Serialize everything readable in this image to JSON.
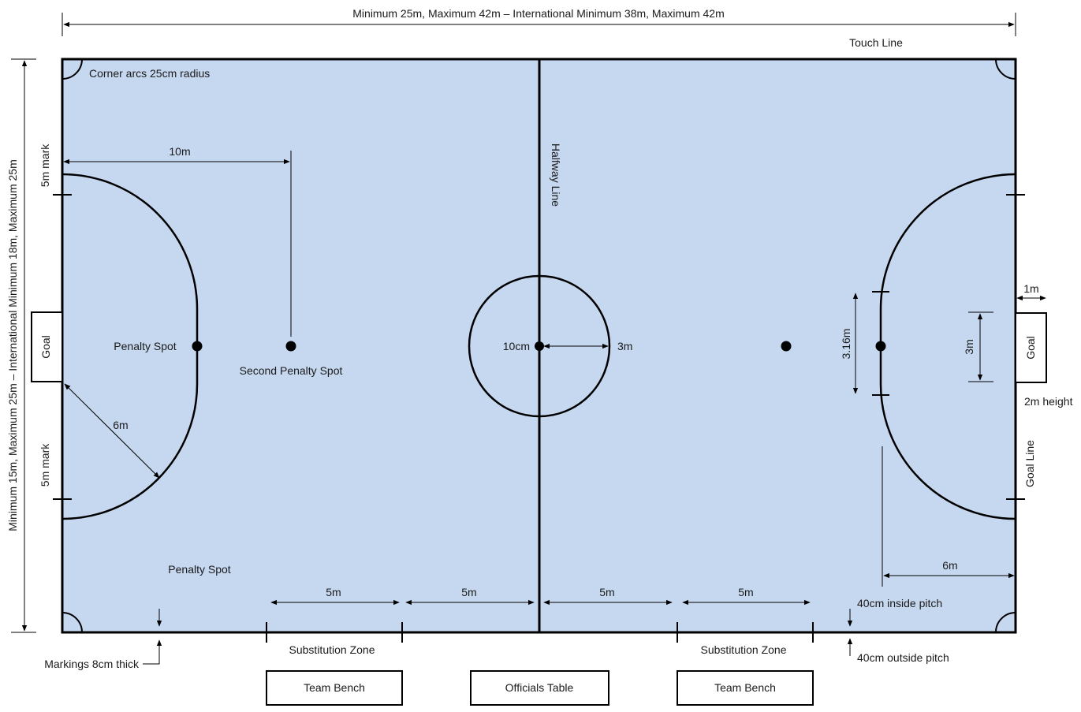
{
  "colors": {
    "pitch": "#c6d8f0",
    "line": "#000000",
    "text": "#1a1a1a"
  },
  "labels": {
    "length": "Minimum 25m, Maximum 42m – International Minimum 38m, Maximum 42m",
    "width": "Minimum 15m, Maximum 25m – International Minimum 18m, Maximum 25m",
    "touch_line": "Touch Line",
    "corner_arcs": "Corner arcs 25cm radius",
    "five_m_mark_top": "5m mark",
    "five_m_mark_bottom": "5m mark",
    "ten_m": "10m",
    "halfway_line": "Halfway Line",
    "goal_left": "Goal",
    "goal_right": "Goal",
    "penalty_spot_left": "Penalty Spot",
    "second_penalty_spot": "Second Penalty Spot",
    "center_spot": "10cm",
    "center_radius": "3m",
    "goal_area_depth": "6m",
    "penalty_area_flat": "3.16m",
    "goal_width": "3m",
    "goal_depth": "1m",
    "goal_height": "2m height",
    "goal_line": "Goal Line",
    "six_m_bottom": "6m",
    "penalty_spot_bottom": "Penalty Spot",
    "zone1": "5m",
    "zone2": "5m",
    "zone3": "5m",
    "zone4": "5m",
    "inside_pitch": "40cm inside pitch",
    "outside_pitch": "40cm outside pitch",
    "markings": "Markings 8cm thick",
    "subs_left": "Substitution Zone",
    "subs_right": "Substitution Zone",
    "bench_left": "Team Bench",
    "officials": "Officials Table",
    "bench_right": "Team Bench"
  }
}
